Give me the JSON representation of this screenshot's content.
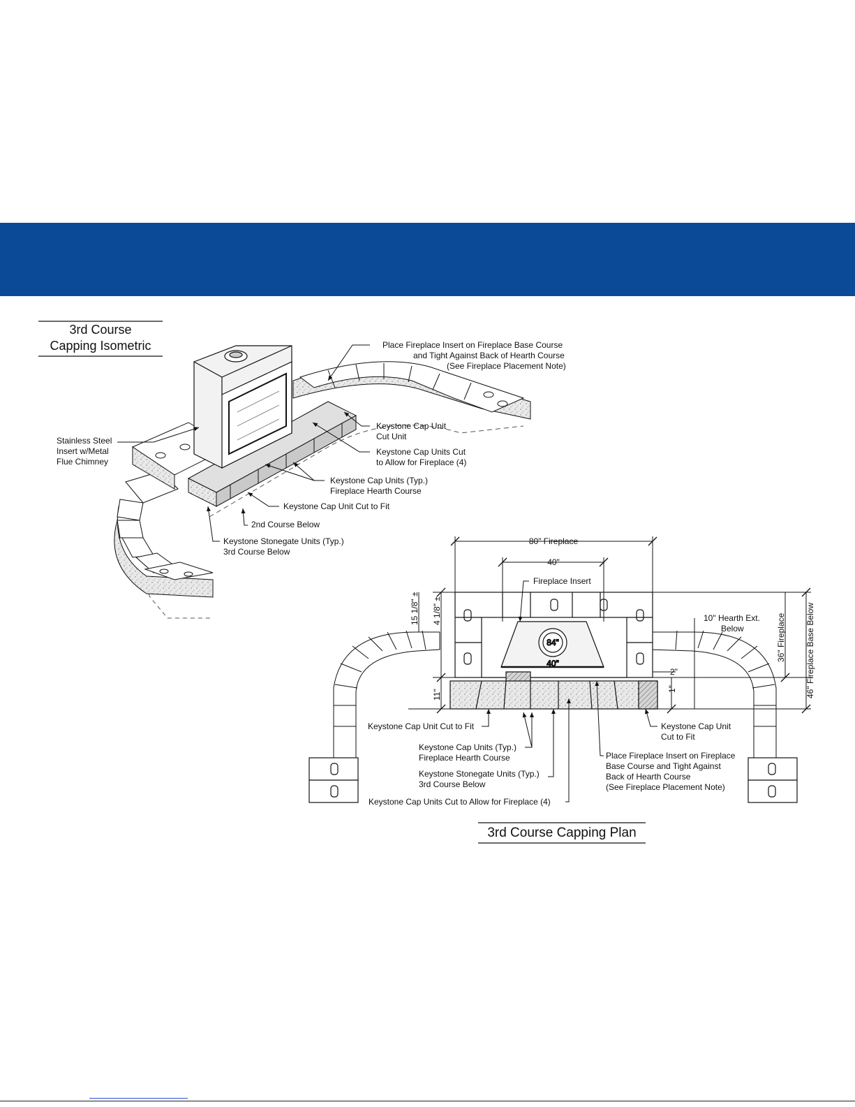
{
  "colors": {
    "banner": "#0b4a97",
    "ink": "#111111",
    "link": "#2a4fd6",
    "hatch": "#8c8c8c"
  },
  "iso": {
    "title_line1": "3rd Course",
    "title_line2": "Capping Isometric",
    "callouts": {
      "insert_l1": "Place Fireplace Insert on Fireplace Base Course",
      "insert_l2": "and Tight Against Back of Hearth Course",
      "insert_l3": "(See Fireplace Placement Note)",
      "steel_l1": "Stainless Steel",
      "steel_l2": "Insert w/Metal",
      "steel_l3": "Flue Chimney",
      "capcut_l1": "Keystone Cap Unit",
      "capcut_l2": "Cut Unit",
      "capallow_l1": "Keystone Cap Units Cut",
      "capallow_l2": "to Allow for Fireplace (4)",
      "captyp_l1": "Keystone Cap Units (Typ.)",
      "captyp_l2": "Fireplace Hearth Course",
      "capfit": "Keystone Cap Unit Cut to Fit",
      "course2": "2nd Course Below",
      "stonegate_l1": "Keystone Stonegate Units (Typ.)",
      "stonegate_l2": "3rd Course Below"
    }
  },
  "plan": {
    "title": "3rd Course Capping Plan",
    "dims": {
      "fireplace80": "80\" Fireplace",
      "top40": "40\"",
      "insert": "Fireplace Insert",
      "d84": "84\"",
      "inner40": "40\"",
      "h15": "15 1/8\" ±",
      "h4": "4 1/8\" ±",
      "h11": "11\"",
      "hearth_l1": "10\" Hearth Ext.",
      "hearth_l2": "Below",
      "d2": "2\"",
      "d1": "1\"",
      "fp36": "36\" Fireplace",
      "fp46": "46\" Fireplace Base Below"
    },
    "callouts": {
      "capfit_left": "Keystone Cap Unit Cut to Fit",
      "captyp_l1": "Keystone Cap Units (Typ.)",
      "captyp_l2": "Fireplace Hearth Course",
      "stonegate_l1": "Keystone Stonegate Units (Typ.)",
      "stonegate_l2": "3rd Course Below",
      "capallow": "Keystone Cap Units Cut to Allow for Fireplace (4)",
      "capfit_r1": "Keystone Cap Unit",
      "capfit_r2": "Cut to Fit",
      "place_l1": "Place Fireplace Insert on Fireplace",
      "place_l2": "Base Course and Tight Against",
      "place_l3": "Back of Hearth Course",
      "place_l4": "(See Fireplace Placement Note)"
    }
  }
}
